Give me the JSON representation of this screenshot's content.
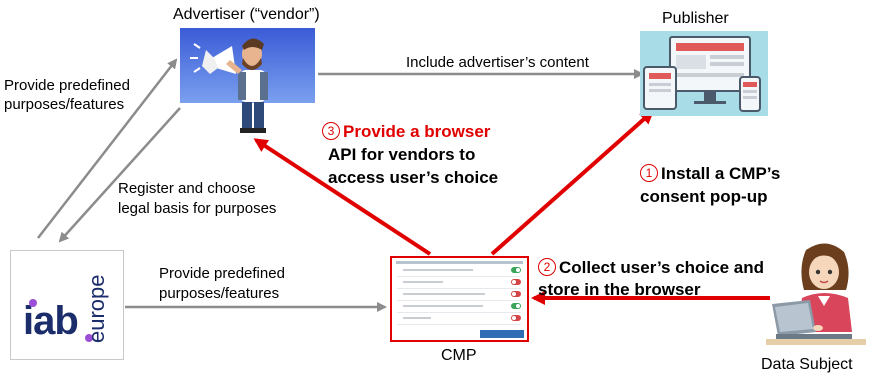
{
  "nodes": {
    "advertiser": "Advertiser (“vendor”)",
    "publisher": "Publisher",
    "cmp": "CMP",
    "data_subject": "Data Subject"
  },
  "edges": {
    "include_content": "Include advertiser’s  content",
    "iab_to_adv_line1": "Provide predefined",
    "iab_to_adv_line2": "purposes/features",
    "register_line1": "Register and choose",
    "register_line2": "legal basis for purposes",
    "iab_to_cmp_line1": "Provide predefined",
    "iab_to_cmp_line2": "purposes/features"
  },
  "steps": {
    "step1": {
      "num": "1",
      "line1": "Install a CMP’s",
      "line2": "consent pop-up"
    },
    "step2": {
      "num": "2",
      "line1": "Collect user’s choice and",
      "line2": "store in the browser"
    },
    "step3": {
      "num": "3",
      "line1": "Provide a browser",
      "line2": "API for vendors to",
      "line3": "access user’s choice"
    }
  },
  "iab_logo": {
    "word": "iab",
    "sub": "europe"
  },
  "icons": {
    "advertiser": "advertiser-megaphone-illustration",
    "publisher": "publisher-devices-illustration",
    "data_subject": "user-at-laptop-illustration",
    "cmp": "consent-popup-thumbnail"
  },
  "colors": {
    "accent_red": "#e00000",
    "gray_arrow": "#8c8c8c"
  }
}
